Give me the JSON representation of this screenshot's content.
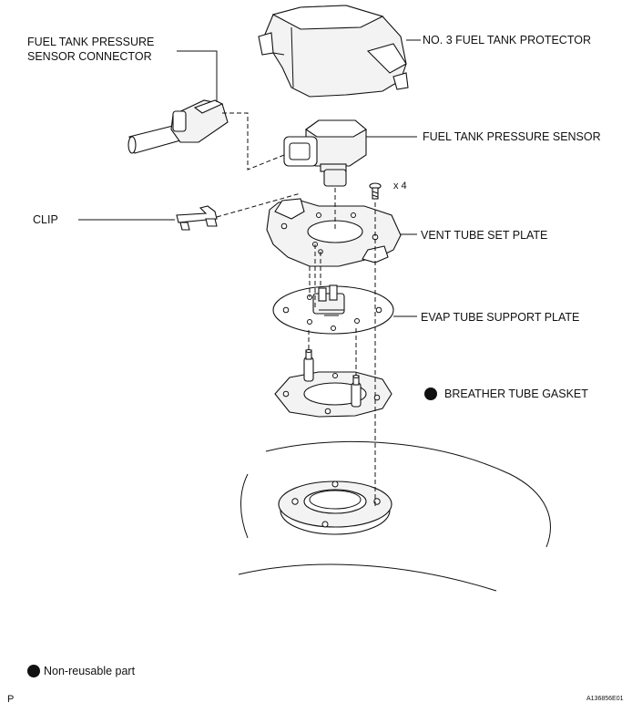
{
  "labels": {
    "connector_line1": "FUEL TANK PRESSURE",
    "connector_line2": "SENSOR CONNECTOR",
    "protector": "NO. 3 FUEL TANK PROTECTOR",
    "sensor": "FUEL TANK PRESSURE SENSOR",
    "screw_qty": "x 4",
    "clip": "CLIP",
    "vent_plate": "VENT TUBE SET PLATE",
    "evap_plate": "EVAP TUBE SUPPORT PLATE",
    "gasket": "BREATHER TUBE GASKET"
  },
  "legend": {
    "non_reusable": "Non-reusable part"
  },
  "footer": {
    "left_code": "P",
    "figure_id": "A136856E01"
  }
}
